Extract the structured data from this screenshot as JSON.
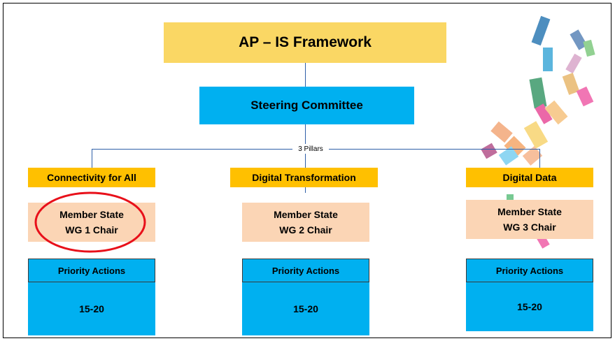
{
  "header": {
    "title": "AP – IS Framework"
  },
  "committee": {
    "label": "Steering Committee"
  },
  "pillars_tag": "3 Pillars",
  "pillars": [
    {
      "name": "Connectivity for All",
      "chair_line1": "Member State",
      "chair_line2": "WG 1 Chair",
      "actions_label": "Priority Actions",
      "actions_count": "15-20"
    },
    {
      "name": "Digital Transformation",
      "chair_line1": "Member State",
      "chair_line2": "WG 2 Chair",
      "actions_label": "Priority Actions",
      "actions_count": "15-20"
    },
    {
      "name": "Digital Data",
      "chair_line1": "Member State",
      "chair_line2": "WG 3 Chair",
      "actions_label": "Priority Actions",
      "actions_count": "15-20"
    }
  ],
  "colors": {
    "title_fill": "#fad764",
    "committee_fill": "#00b0f0",
    "pillar_fill": "#ffc000",
    "chair_fill": "#fbd5b5",
    "connector": "#2e5fa8",
    "highlight_ring": "#e8101a"
  },
  "icons": [
    "decorative-swirl-icon"
  ]
}
